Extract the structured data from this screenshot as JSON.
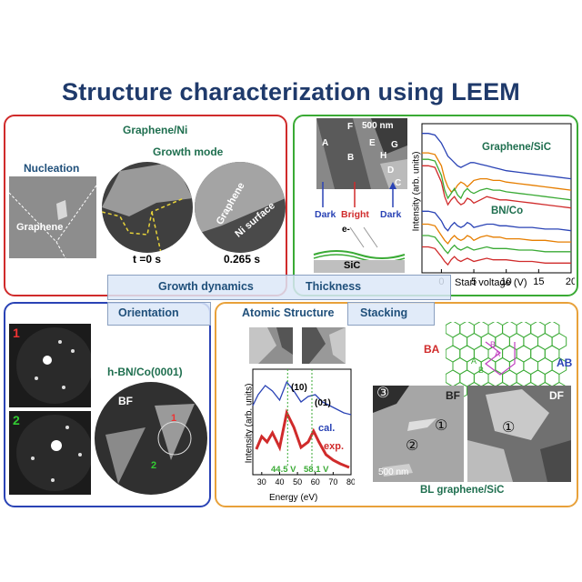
{
  "title": "Structure characterization using LEEM",
  "colors": {
    "red": "#d02b2b",
    "green": "#3aaa35",
    "blue": "#2a43b5",
    "orange": "#e8a13a",
    "title": "#1f3a6b"
  },
  "graphene_ni": {
    "heading": "Graphene/Ni",
    "nucleation": "Nucleation",
    "growth_mode": "Growth mode",
    "graphene_label": "Graphene",
    "ni_surface": "Ni surface",
    "t0": "t =0 s",
    "t1": "0.265 s"
  },
  "thickness": {
    "scale": "500 nm",
    "letters": [
      "A",
      "B",
      "C",
      "D",
      "E",
      "F",
      "G",
      "H"
    ],
    "dark": "Dark",
    "bright": "Bright",
    "dark2": "Dark",
    "electron": "e-",
    "sic": "SiC",
    "plot_label_1": "Graphene/SiC",
    "plot_label_2": "BN/Co",
    "ylabel": "Intensity (arb. units)",
    "xlabel": "Start voltage (V)",
    "xticks": [
      "0",
      "5",
      "10",
      "15",
      "20"
    ]
  },
  "chart_data": {
    "type": "line",
    "xlabel": "Start voltage (V)",
    "ylabel": "Intensity (arb. units)",
    "xlim": [
      -3,
      20
    ],
    "x": [
      -3,
      -2,
      -1,
      0,
      0.5,
      1,
      1.5,
      2,
      2.5,
      3,
      3.5,
      4,
      4.5,
      5,
      6,
      7,
      8,
      9,
      10,
      12,
      14,
      16,
      18,
      20
    ],
    "series": [
      {
        "color": "#2a43b5",
        "values": [
          9.6,
          9.6,
          9.5,
          9.0,
          8.6,
          8.2,
          8.0,
          7.8,
          7.6,
          7.5,
          7.6,
          7.7,
          7.8,
          7.8,
          7.7,
          7.6,
          7.5,
          7.4,
          7.3,
          7.2,
          7.1,
          7.0,
          6.9,
          6.8
        ]
      },
      {
        "color": "#e67e00",
        "values": [
          8.4,
          8.4,
          8.3,
          7.6,
          6.8,
          6.3,
          6.0,
          6.1,
          6.4,
          6.6,
          6.5,
          6.3,
          6.5,
          6.7,
          6.8,
          6.8,
          6.7,
          6.7,
          6.6,
          6.5,
          6.4,
          6.3,
          6.2,
          6.1
        ]
      },
      {
        "color": "#3aaa35",
        "values": [
          8.0,
          8.0,
          7.9,
          7.0,
          6.1,
          5.6,
          5.9,
          6.2,
          5.8,
          5.6,
          6.0,
          6.2,
          6.0,
          5.9,
          6.1,
          6.2,
          6.1,
          6.1,
          6.0,
          5.9,
          5.8,
          5.7,
          5.6,
          5.5
        ]
      },
      {
        "color": "#d02b2b",
        "values": [
          7.6,
          7.6,
          7.5,
          6.6,
          5.7,
          5.2,
          5.5,
          5.7,
          5.4,
          5.2,
          5.3,
          5.6,
          5.5,
          5.3,
          5.5,
          5.7,
          5.6,
          5.5,
          5.5,
          5.4,
          5.3,
          5.2,
          5.1,
          5.0
        ]
      },
      {
        "color": "#2a43b5",
        "values": [
          4.8,
          4.8,
          4.7,
          4.2,
          3.8,
          3.6,
          3.9,
          4.1,
          3.9,
          3.8,
          3.9,
          4.1,
          4.0,
          3.8,
          3.9,
          4.0,
          4.0,
          3.9,
          3.9,
          3.8,
          3.8,
          3.7,
          3.7,
          3.6
        ]
      },
      {
        "color": "#e67e00",
        "values": [
          4.0,
          4.0,
          3.9,
          3.3,
          3.0,
          2.8,
          3.1,
          3.3,
          3.1,
          3.0,
          3.1,
          3.3,
          3.2,
          3.0,
          3.2,
          3.3,
          3.2,
          3.2,
          3.1,
          3.1,
          3.0,
          3.0,
          2.9,
          2.9
        ]
      },
      {
        "color": "#3aaa35",
        "values": [
          3.3,
          3.3,
          3.2,
          2.7,
          2.4,
          2.2,
          2.5,
          2.7,
          2.5,
          2.4,
          2.5,
          2.6,
          2.5,
          2.4,
          2.5,
          2.6,
          2.5,
          2.5,
          2.5,
          2.4,
          2.4,
          2.3,
          2.3,
          2.3
        ]
      },
      {
        "color": "#d02b2b",
        "values": [
          2.6,
          2.6,
          2.5,
          2.0,
          1.7,
          1.5,
          1.8,
          2.0,
          1.8,
          1.7,
          1.8,
          1.9,
          1.8,
          1.7,
          1.8,
          1.9,
          1.8,
          1.8,
          1.8,
          1.7,
          1.7,
          1.6,
          1.6,
          1.6
        ]
      }
    ]
  },
  "bands": {
    "growth_dynamics": "Growth dynamics",
    "thickness": "Thickness",
    "orientation": "Orientation",
    "atomic_structure": "Atomic Structure",
    "stacking": "Stacking"
  },
  "orientation": {
    "n1": "1",
    "n2": "2",
    "hbn": "h-BN/Co(0001)",
    "bf": "BF"
  },
  "atomic": {
    "label10": "(10)",
    "label01": "(01)",
    "cal": "cal.",
    "exp": "exp.",
    "v1": "44.5 V",
    "v2": "58.1 V",
    "ylabel": "Intensity (arb. units)",
    "xlabel": "Energy (eV)",
    "xticks": [
      "30",
      "40",
      "50",
      "60",
      "70",
      "80"
    ]
  },
  "stacking": {
    "ba": "BA",
    "ab": "AB",
    "lattice_labels": [
      "B",
      "A",
      "A",
      "B"
    ],
    "bf": "BF",
    "df": "DF",
    "c1": "①",
    "c2": "②",
    "c3": "③",
    "scale": "500 nm",
    "caption": "BL graphene/SiC"
  }
}
